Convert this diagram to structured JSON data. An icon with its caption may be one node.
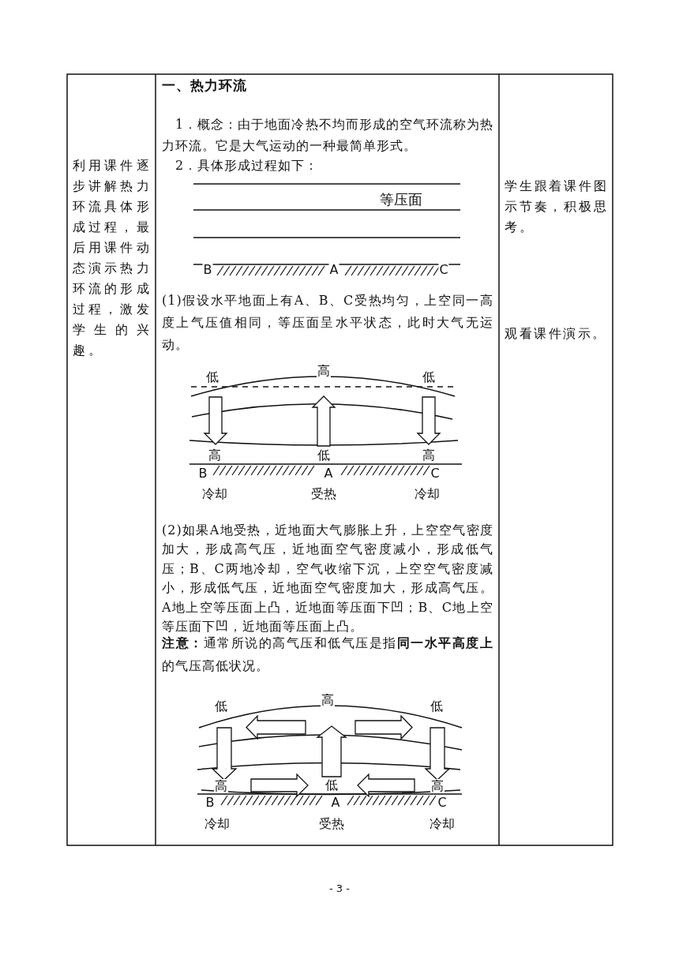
{
  "diagram": {
    "labels": [
      "利用课件逐步讲解热力环流具体形成过程，最后用课件动态演示热力环流的形成过程，激发学生的兴趣。",
      "一、热力环流",
      "1．概念：由于地面冷热不均而形成的空气环流称为热力环流。它是大气运动的一种最简单形式。",
      "2．具体形成过程如下：",
      "等压面",
      "B",
      "A",
      "C",
      "(1)假设水平地面上有A、B、C受热均匀，上空同一高度上气压值相同，等压面呈水平状态，此时大气无运动。",
      "低",
      "高",
      "低",
      "高",
      "低",
      "高",
      "B",
      "A",
      "C",
      "冷却",
      "受热",
      "冷却",
      "(2)如果A地受热，近地面大气膨胀上升，上空空气密度加大，形成高气压，近地面空气密度减小，形成低气压；B、C两地冷却，空气收缩下沉，上空空气密度减小，形成低气压，近地面空气密度加大，形成高气压。A地上空等压面上凸，近地面等压面下凹；B、C地上空等压面下凹，近地面等压面上凸。",
      "**注意：**通常所说的高气压和低气压是指**同一水平高度上**的气压高低状况。",
      "低",
      "高",
      "低",
      "高",
      "低",
      "高",
      "B",
      "A",
      "C",
      "冷却",
      "受热",
      "冷却",
      "学生跟着课件图示节奏，积极思考。",
      "观看课件演示。",
      "- 3 -"
    ]
  }
}
